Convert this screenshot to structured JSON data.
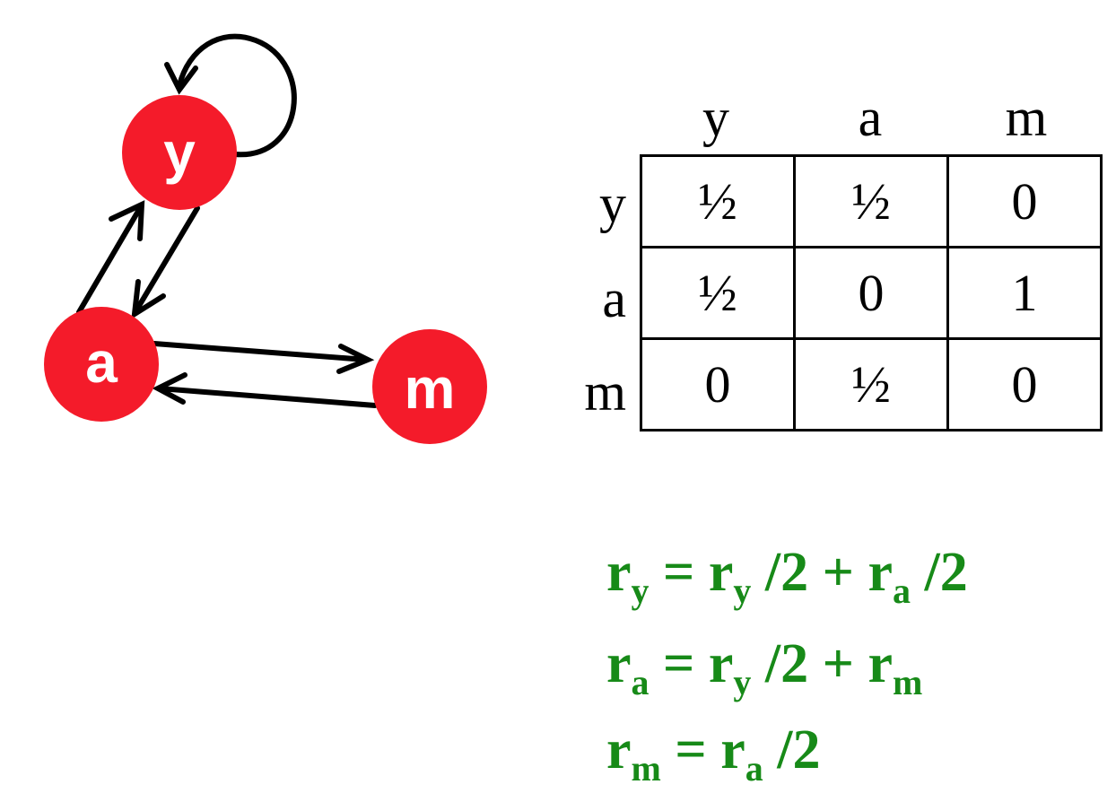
{
  "graph": {
    "nodes": [
      {
        "id": "y",
        "label": "y"
      },
      {
        "id": "a",
        "label": "a"
      },
      {
        "id": "m",
        "label": "m"
      }
    ],
    "edges": [
      {
        "from": "y",
        "to": "y"
      },
      {
        "from": "y",
        "to": "a"
      },
      {
        "from": "a",
        "to": "y"
      },
      {
        "from": "a",
        "to": "m"
      },
      {
        "from": "m",
        "to": "a"
      }
    ],
    "node_color": "#f41b2a",
    "edge_color": "#000000"
  },
  "matrix": {
    "col_headers": [
      "y",
      "a",
      "m"
    ],
    "row_headers": [
      "y",
      "a",
      "m"
    ],
    "cells": [
      [
        "½",
        "½",
        "0"
      ],
      [
        "½",
        "0",
        "1"
      ],
      [
        "0",
        "½",
        "0"
      ]
    ]
  },
  "equations": [
    {
      "lhs": "r",
      "lhs_sub": "y",
      "rhs": [
        {
          "t": " = r"
        },
        {
          "s": "y"
        },
        {
          "t": " /2 + r"
        },
        {
          "s": "a"
        },
        {
          "t": " /2"
        }
      ]
    },
    {
      "lhs": "r",
      "lhs_sub": "a",
      "rhs": [
        {
          "t": " = r"
        },
        {
          "s": "y"
        },
        {
          "t": " /2 + r"
        },
        {
          "s": "m"
        }
      ]
    },
    {
      "lhs": "r",
      "lhs_sub": "m",
      "rhs": [
        {
          "t": " = r"
        },
        {
          "s": "a"
        },
        {
          "t": " /2"
        }
      ]
    }
  ],
  "equation_color": "#178a18"
}
